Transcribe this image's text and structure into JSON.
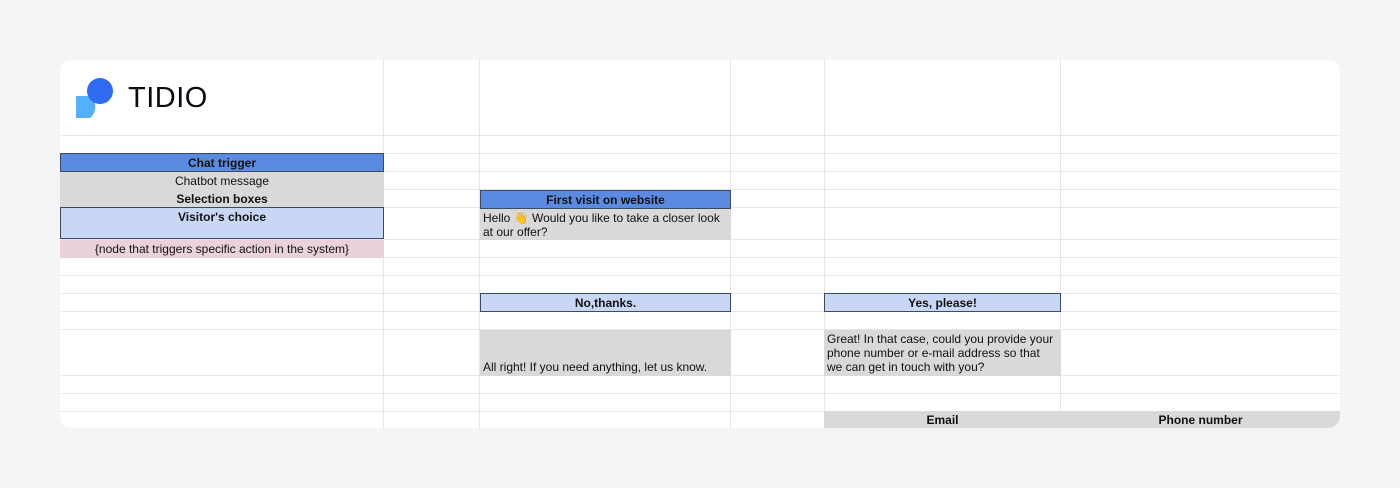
{
  "brand": {
    "name": "TIDIO",
    "colors": {
      "front": "#2f6bf0",
      "back": "#52b0ff"
    }
  },
  "legend": {
    "chat_trigger": "Chat trigger",
    "chatbot_message": "Chatbot message",
    "selection_boxes": "Selection boxes",
    "visitors_choice": "Visitor's choice",
    "action_node": "{node that triggers specific action in the system}"
  },
  "flow": {
    "trigger": "First visit on website",
    "greeting": "Hello 👋 Would you like to take a closer look at our offer?",
    "choice_no": "No,thanks.",
    "choice_yes": "Yes, please!",
    "reply_no": "All right! If you need anything, let us know.",
    "reply_yes": "Great! In that case, could you provide your phone number or e-mail address so that we can get in touch with you?",
    "field_email": "Email",
    "field_phone": "Phone number"
  },
  "colors": {
    "trigger": "#5b8be0",
    "choice": "#c9d7f6",
    "message": "#d9d9d9",
    "action": "#ead1dc"
  }
}
